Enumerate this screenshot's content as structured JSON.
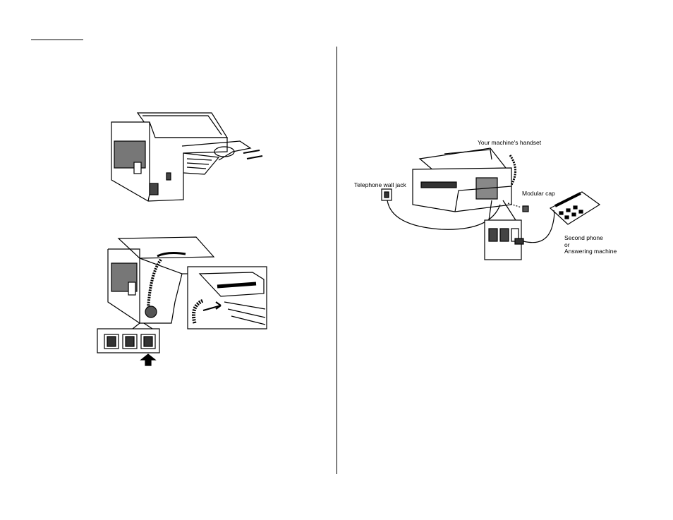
{
  "diagram": {
    "labels": {
      "handset": "Your machine's handset",
      "wall_jack": "Telephone wall jack",
      "modular_cap": "Modular cap",
      "second_phone_line1": "Second phone",
      "second_phone_line2": "or",
      "second_phone_line3": "Answering machine"
    }
  }
}
